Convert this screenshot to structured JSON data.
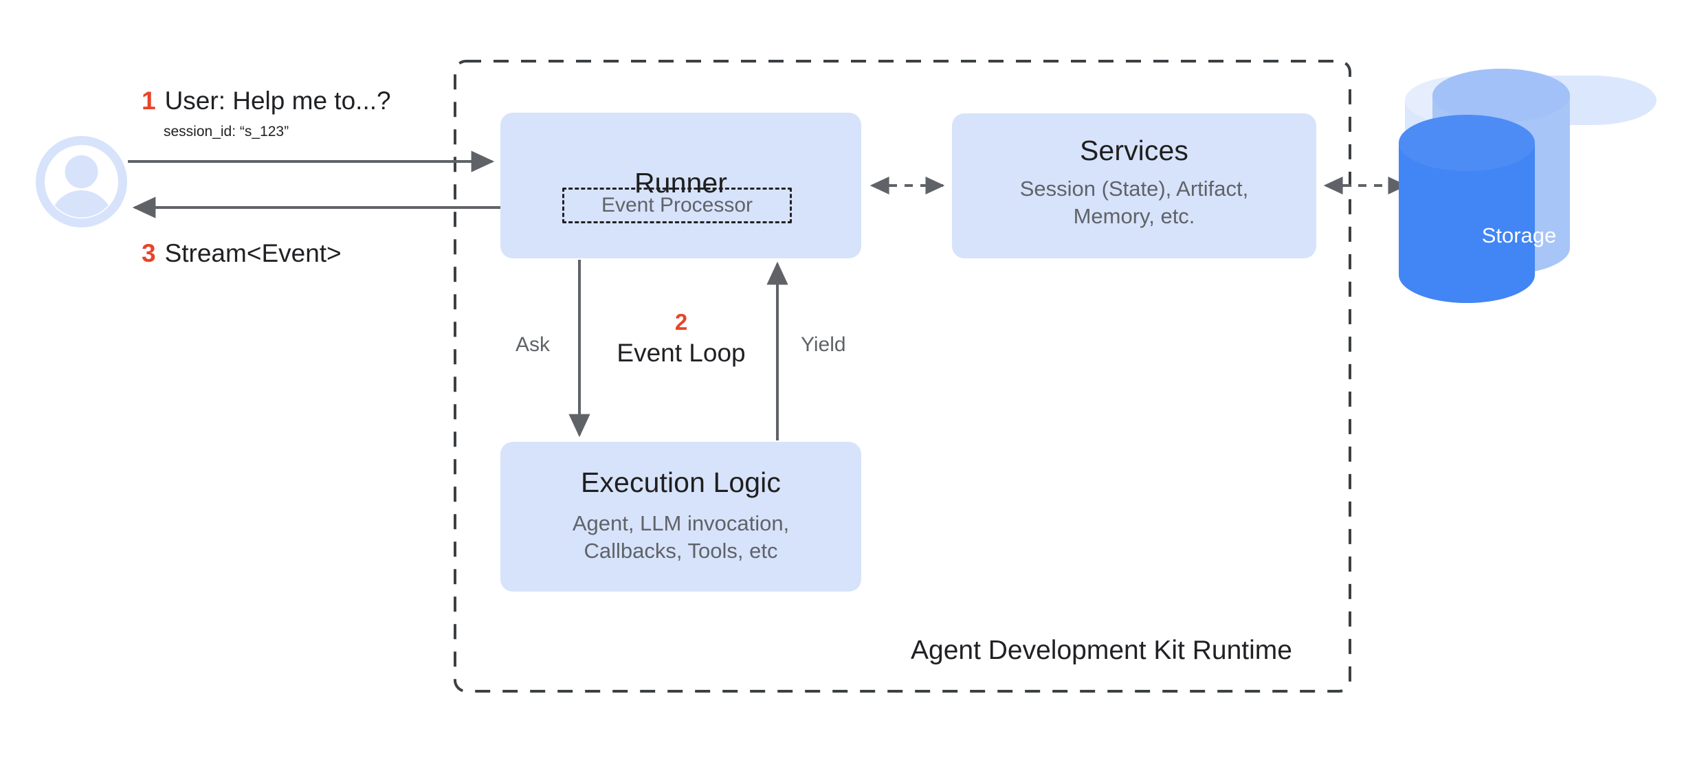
{
  "diagram": {
    "title": "Agent Development Kit Runtime",
    "container_label": "Agent Development Kit Runtime",
    "colors": {
      "node_fill": "#d7e3fb",
      "step_number": "#e8442a",
      "storage_front": "#4285f4",
      "storage_mid": "#a3c2f7",
      "storage_back": "#dbe7fd",
      "arrow": "#5f6368",
      "title_text": "#202124",
      "sub_text": "#5f6368",
      "avatar": "#d7e3fb"
    }
  },
  "actor": {
    "avatar_name": "user-avatar-icon"
  },
  "steps": [
    {
      "number": "1",
      "label": "User: Help me to...?",
      "detail": "session_id: “s_123”"
    },
    {
      "number": "2",
      "label": "Event Loop",
      "detail": ""
    },
    {
      "number": "3",
      "label": "Stream<Event>",
      "detail": ""
    }
  ],
  "labels": {
    "user_request_number": "1",
    "user_request": "User: Help me to...?",
    "session_id": "session_id: “s_123”",
    "stream_number": "3",
    "stream": "Stream<Event>",
    "ask": "Ask",
    "yield": "Yield",
    "event_loop_number": "2",
    "event_loop": "Event Loop",
    "runtime": "Agent Development Kit Runtime"
  },
  "nodes": {
    "runner": {
      "title": "Runner",
      "inner": "Event Processor"
    },
    "services": {
      "title": "Services",
      "subtitle_line1": "Session (State), Artifact,",
      "subtitle_line2": "Memory, etc."
    },
    "execution": {
      "title": "Execution Logic",
      "subtitle_line1": "Agent, LLM invocation,",
      "subtitle_line2": "Callbacks, Tools, etc"
    },
    "storage": {
      "title": "Storage"
    }
  },
  "connections": [
    {
      "from": "user",
      "to": "runner",
      "style": "solid",
      "direction": "forward",
      "label": "User: Help me to...?"
    },
    {
      "from": "runner",
      "to": "user",
      "style": "solid",
      "direction": "forward",
      "label": "Stream<Event>"
    },
    {
      "from": "runner",
      "to": "execution",
      "style": "solid",
      "direction": "forward",
      "label": "Ask"
    },
    {
      "from": "execution",
      "to": "runner",
      "style": "solid",
      "direction": "forward",
      "label": "Yield"
    },
    {
      "from": "runner",
      "to": "services",
      "style": "dashed",
      "direction": "both",
      "label": ""
    },
    {
      "from": "services",
      "to": "storage",
      "style": "dashed",
      "direction": "both",
      "label": ""
    }
  ]
}
